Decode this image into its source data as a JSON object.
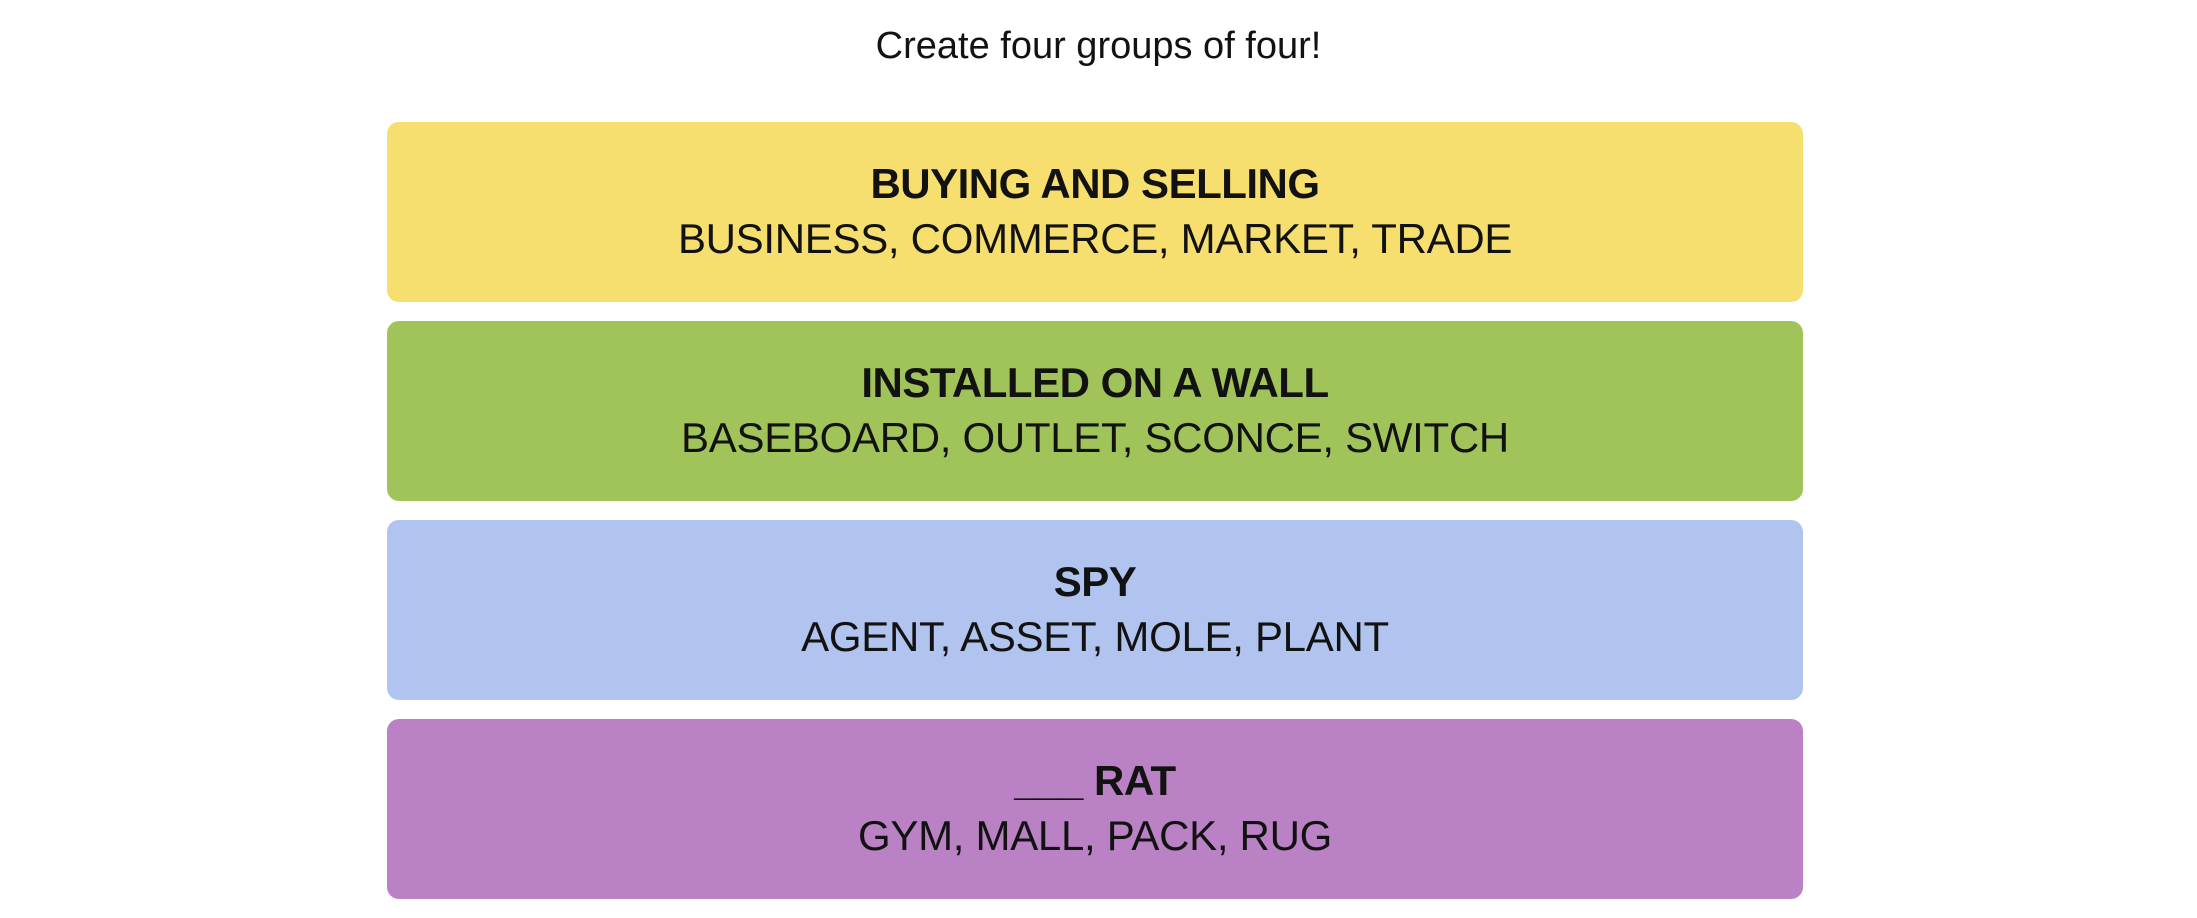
{
  "instructions": "Create four groups of four!",
  "groups": [
    {
      "title": "BUYING AND SELLING",
      "members": "BUSINESS, COMMERCE, MARKET, TRADE",
      "color": "#f6de6f"
    },
    {
      "title": "INSTALLED ON A WALL",
      "members": "BASEBOARD, OUTLET, SCONCE, SWITCH",
      "color": "#a0c45a"
    },
    {
      "title": "SPY",
      "members": "AGENT, ASSET, MOLE, PLANT",
      "color": "#b0c4ef"
    },
    {
      "title": "___ RAT",
      "members": "GYM, MALL, PACK, RUG",
      "color": "#ba81c5"
    }
  ]
}
